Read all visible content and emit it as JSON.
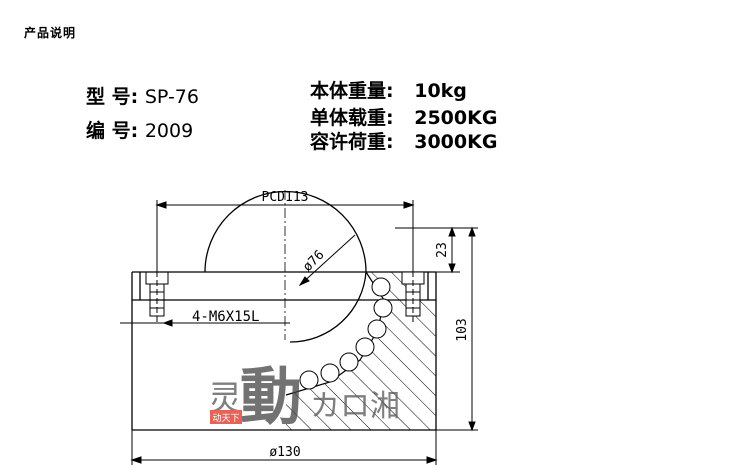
{
  "header": {
    "title": "产品说明"
  },
  "specs_left": [
    {
      "label": "型  号:",
      "value": "SP-76"
    },
    {
      "label": "编  号:",
      "value": "2009"
    }
  ],
  "specs_right": [
    {
      "label": "本体重量:",
      "value": "10kg"
    },
    {
      "label": "单体载重:",
      "value": "2500KG"
    },
    {
      "label": "容许荷重:",
      "value": "3000KG"
    }
  ],
  "drawing": {
    "pcd_label": "PCD113",
    "ball_dia_label": "ø76",
    "height_label": "103",
    "top_offset_label": "23",
    "bolt_label": "4-M6X15L",
    "base_dia_label": "ø130",
    "line_color": "#000000",
    "hatch_color": "#000000"
  },
  "watermark": {
    "text": "灵動カロ湘",
    "badge": "动天下",
    "color": "#555555",
    "badge_color": "#e03020"
  }
}
